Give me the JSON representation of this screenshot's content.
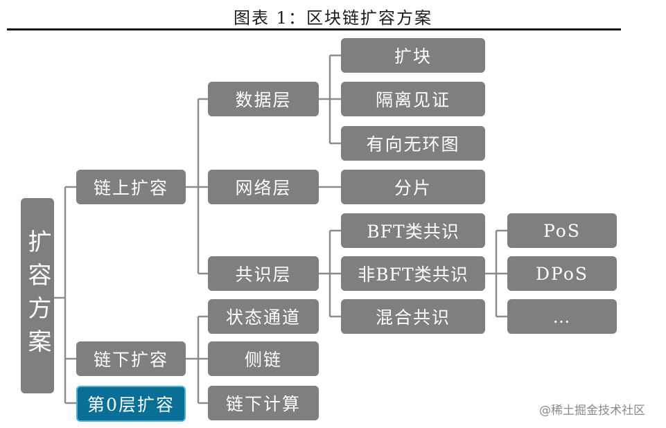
{
  "title": "图表 1：区块链扩容方案",
  "root": "扩容方案",
  "level1": {
    "onchain": "链上扩容",
    "offchain": "链下扩容",
    "layer0": "第0层扩容"
  },
  "onchain_children": {
    "data": "数据层",
    "network": "网络层",
    "consensus": "共识层"
  },
  "data_children": [
    "扩块",
    "隔离见证",
    "有向无环图"
  ],
  "network_children": [
    "分片"
  ],
  "consensus_children": [
    "BFT类共识",
    "非BFT类共识",
    "混合共识"
  ],
  "nonbft_children": [
    "PoS",
    "DPoS",
    "…"
  ],
  "offchain_children": [
    "状态通道",
    "侧链",
    "链下计算"
  ],
  "watermark": "@稀土掘金技术社区",
  "colors": {
    "box": "#7f7f7f",
    "highlight": "#0a6f96",
    "highlight_border": "#4fb3d9",
    "connector": "#8c8c8c"
  }
}
